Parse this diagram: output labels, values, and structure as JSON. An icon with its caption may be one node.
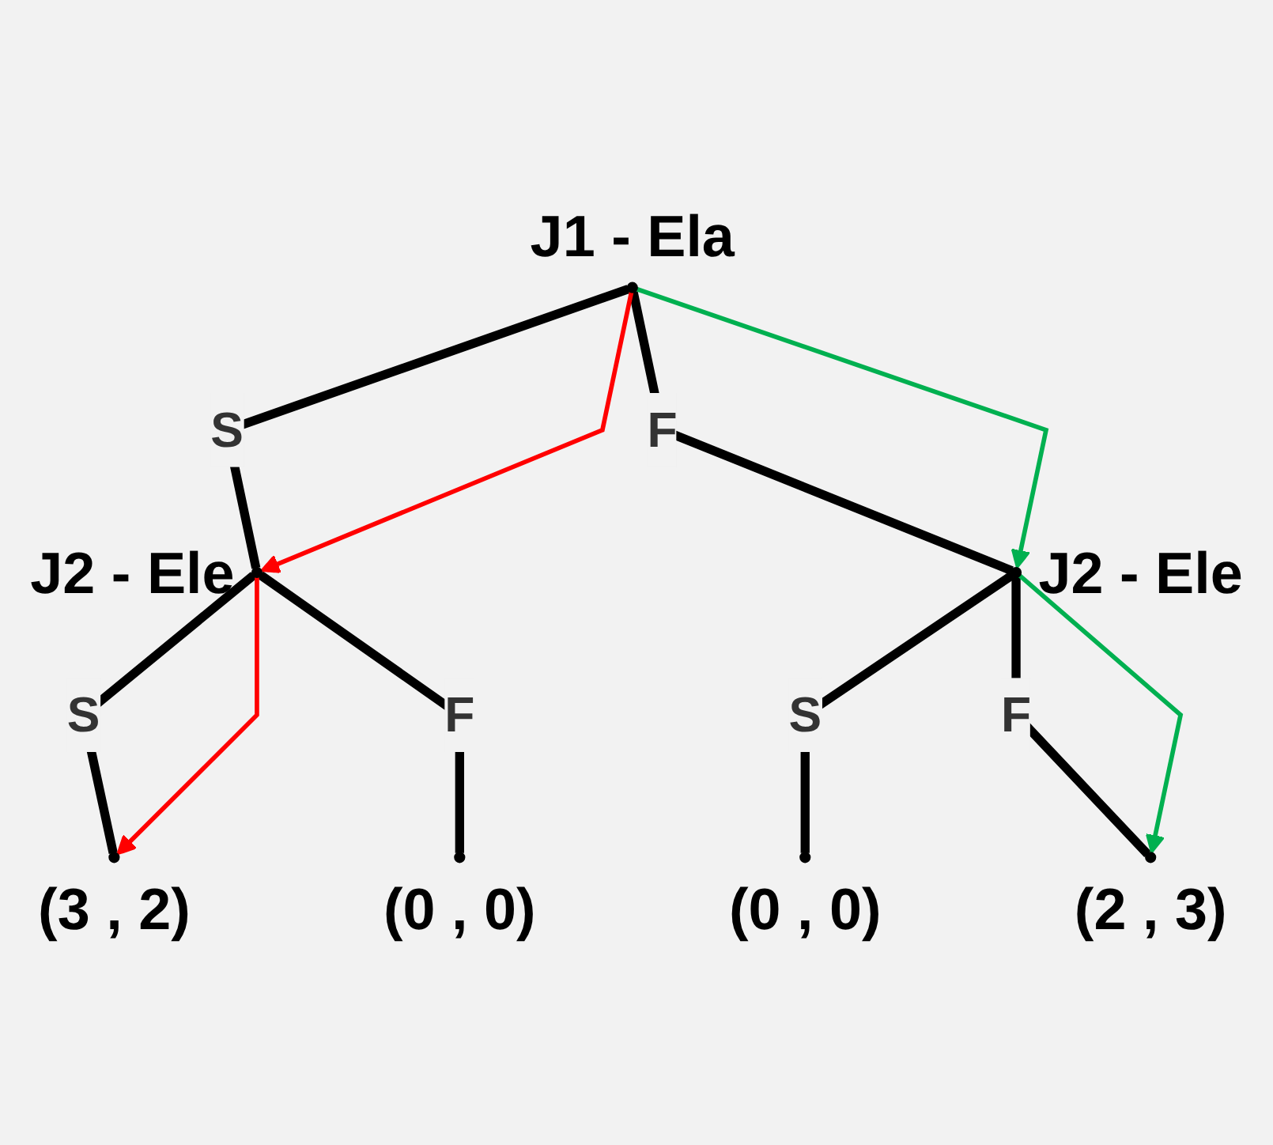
{
  "diagram": {
    "nodes": [
      {
        "text": [],
        "shape": "circle",
        "beside": [
          "J1 - Ela"
        ]
      },
      {
        "text": [],
        "shape": "circle",
        "beside": [
          "J2 - Ele"
        ]
      },
      {
        "text": [],
        "shape": "circle",
        "beside": [
          "J2 - Ele"
        ]
      },
      {
        "text": [],
        "shape": "circle",
        "beside": [
          "(3 , 2)"
        ]
      },
      {
        "text": [],
        "shape": "circle",
        "beside": [
          "(0 , 0)"
        ]
      },
      {
        "text": [],
        "shape": "circle",
        "beside": [
          "(0 , 0)"
        ]
      },
      {
        "text": [],
        "shape": "circle",
        "beside": [
          "(2 , 3)"
        ]
      }
    ],
    "edges": [
      {
        "from": 0,
        "to": 1,
        "arrow": "none",
        "label": "S"
      },
      {
        "from": 0,
        "to": 2,
        "arrow": "none",
        "label": "F"
      },
      {
        "from": 1,
        "to": 3,
        "arrow": "none",
        "label": "S"
      },
      {
        "from": 1,
        "to": 4,
        "arrow": "none",
        "label": "F"
      },
      {
        "from": 2,
        "to": 5,
        "arrow": "none",
        "label": "S"
      },
      {
        "from": 2,
        "to": 6,
        "arrow": "none",
        "label": "F"
      },
      {
        "from": 0,
        "to": 1,
        "arrow": "to",
        "color": "#ff0000"
      },
      {
        "from": 1,
        "to": 3,
        "arrow": "to",
        "color": "#ff0000"
      },
      {
        "from": 0,
        "to": 2,
        "arrow": "to",
        "color": "#00b050"
      },
      {
        "from": 2,
        "to": 6,
        "arrow": "to",
        "color": "#00b050"
      }
    ]
  }
}
